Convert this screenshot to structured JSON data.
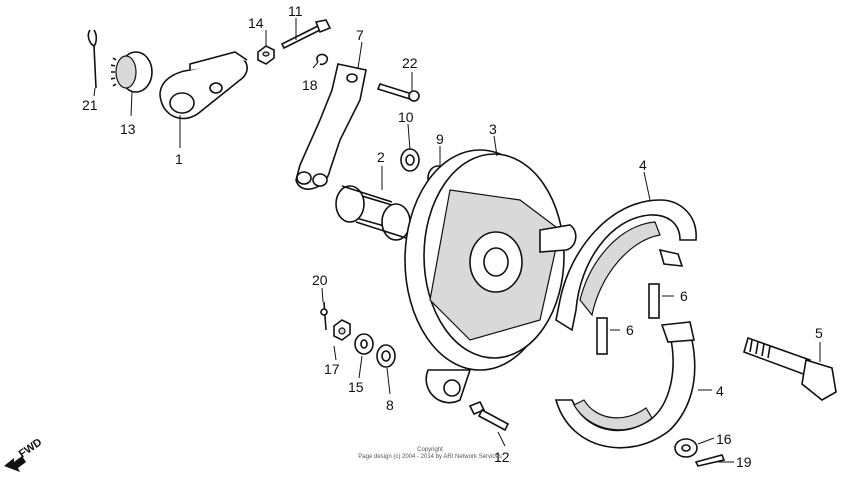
{
  "diagram": {
    "fwd_label": "FWD",
    "callouts": [
      "21",
      "13",
      "1",
      "14",
      "11",
      "18",
      "7",
      "22",
      "10",
      "9",
      "3",
      "2",
      "4",
      "6",
      "6",
      "4",
      "5",
      "20",
      "17",
      "15",
      "8",
      "12",
      "16",
      "19"
    ],
    "copyright_line1": "Copyright",
    "copyright_line2": "Page design (c) 2004 - 2014 by ARI Network Services"
  }
}
